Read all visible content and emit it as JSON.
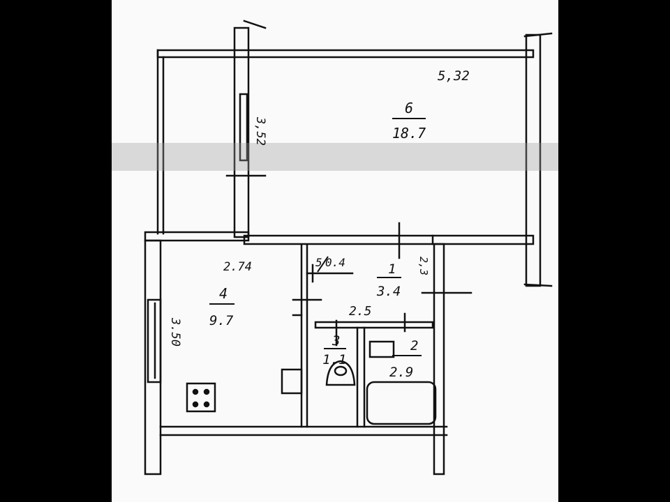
{
  "plan": {
    "dimensions": {
      "room6_width": "5,32",
      "room6_depth": "3,52",
      "kitchen_width": "2.74",
      "kitchen_depth": "3.50",
      "corridor_width": "2.5",
      "hall_depth": "2,3"
    },
    "rooms": [
      {
        "number": "6",
        "area": "18.7"
      },
      {
        "number": "4",
        "area": "9.7"
      },
      {
        "number": "1",
        "area": "3.4"
      },
      {
        "number": "5",
        "area": "0.4"
      },
      {
        "number": "3",
        "area": "1.1"
      },
      {
        "number": "2",
        "area": "2.9"
      }
    ]
  }
}
